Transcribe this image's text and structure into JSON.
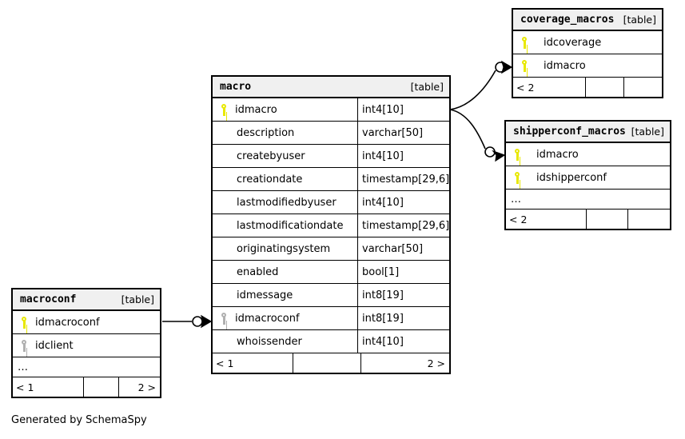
{
  "diagram": {
    "caption": "Generated by SchemaSpy",
    "table_tag": "[table]",
    "ellipsis": "…",
    "colors": {
      "primary_key": "#e8e800",
      "foreign_key": "#b0b0b0",
      "header_bg": "#f0f0f0",
      "border": "#000000",
      "background": "#ffffff"
    }
  },
  "tables": {
    "macro": {
      "name": "macro",
      "tag": "[table]",
      "columns": [
        {
          "key": "pk",
          "name": "idmacro",
          "type": "int4[10]"
        },
        {
          "key": "none",
          "name": "description",
          "type": "varchar[50]"
        },
        {
          "key": "none",
          "name": "createbyuser",
          "type": "int4[10]"
        },
        {
          "key": "none",
          "name": "creationdate",
          "type": "timestamp[29,6]"
        },
        {
          "key": "none",
          "name": "lastmodifiedbyuser",
          "type": "int4[10]"
        },
        {
          "key": "none",
          "name": "lastmodificationdate",
          "type": "timestamp[29,6]"
        },
        {
          "key": "none",
          "name": "originatingsystem",
          "type": "varchar[50]"
        },
        {
          "key": "none",
          "name": "enabled",
          "type": "bool[1]"
        },
        {
          "key": "none",
          "name": "idmessage",
          "type": "int8[19]"
        },
        {
          "key": "fk",
          "name": "idmacroconf",
          "type": "int8[19]"
        },
        {
          "key": "none",
          "name": "whoissender",
          "type": "int4[10]"
        }
      ],
      "has_ellipsis": false,
      "footer": {
        "left": "< 1",
        "middle": "",
        "right": "2 >"
      }
    },
    "macroconf": {
      "name": "macroconf",
      "tag": "[table]",
      "columns": [
        {
          "key": "pk",
          "name": "idmacroconf",
          "type": ""
        },
        {
          "key": "fk",
          "name": "idclient",
          "type": ""
        }
      ],
      "has_ellipsis": true,
      "footer": {
        "left": "< 1",
        "middle": "",
        "right": "2 >"
      }
    },
    "coverage_macros": {
      "name": "coverage_macros",
      "tag": "[table]",
      "columns": [
        {
          "key": "pk",
          "name": "idcoverage",
          "type": ""
        },
        {
          "key": "pk",
          "name": "idmacro",
          "type": ""
        }
      ],
      "has_ellipsis": false,
      "footer": {
        "left": "< 2",
        "middle": "",
        "right": ""
      }
    },
    "shipperconf_macros": {
      "name": "shipperconf_macros",
      "tag": "[table]",
      "columns": [
        {
          "key": "pk",
          "name": "idmacro",
          "type": ""
        },
        {
          "key": "pk",
          "name": "idshipperconf",
          "type": ""
        }
      ],
      "has_ellipsis": true,
      "footer": {
        "left": "< 2",
        "middle": "",
        "right": ""
      }
    }
  },
  "relationships": [
    {
      "from": "macro.idmacro",
      "to": "coverage_macros.idmacro"
    },
    {
      "from": "macro.idmacro",
      "to": "shipperconf_macros.idmacro"
    },
    {
      "from": "macroconf.idmacroconf",
      "to": "macro.idmacroconf"
    }
  ]
}
